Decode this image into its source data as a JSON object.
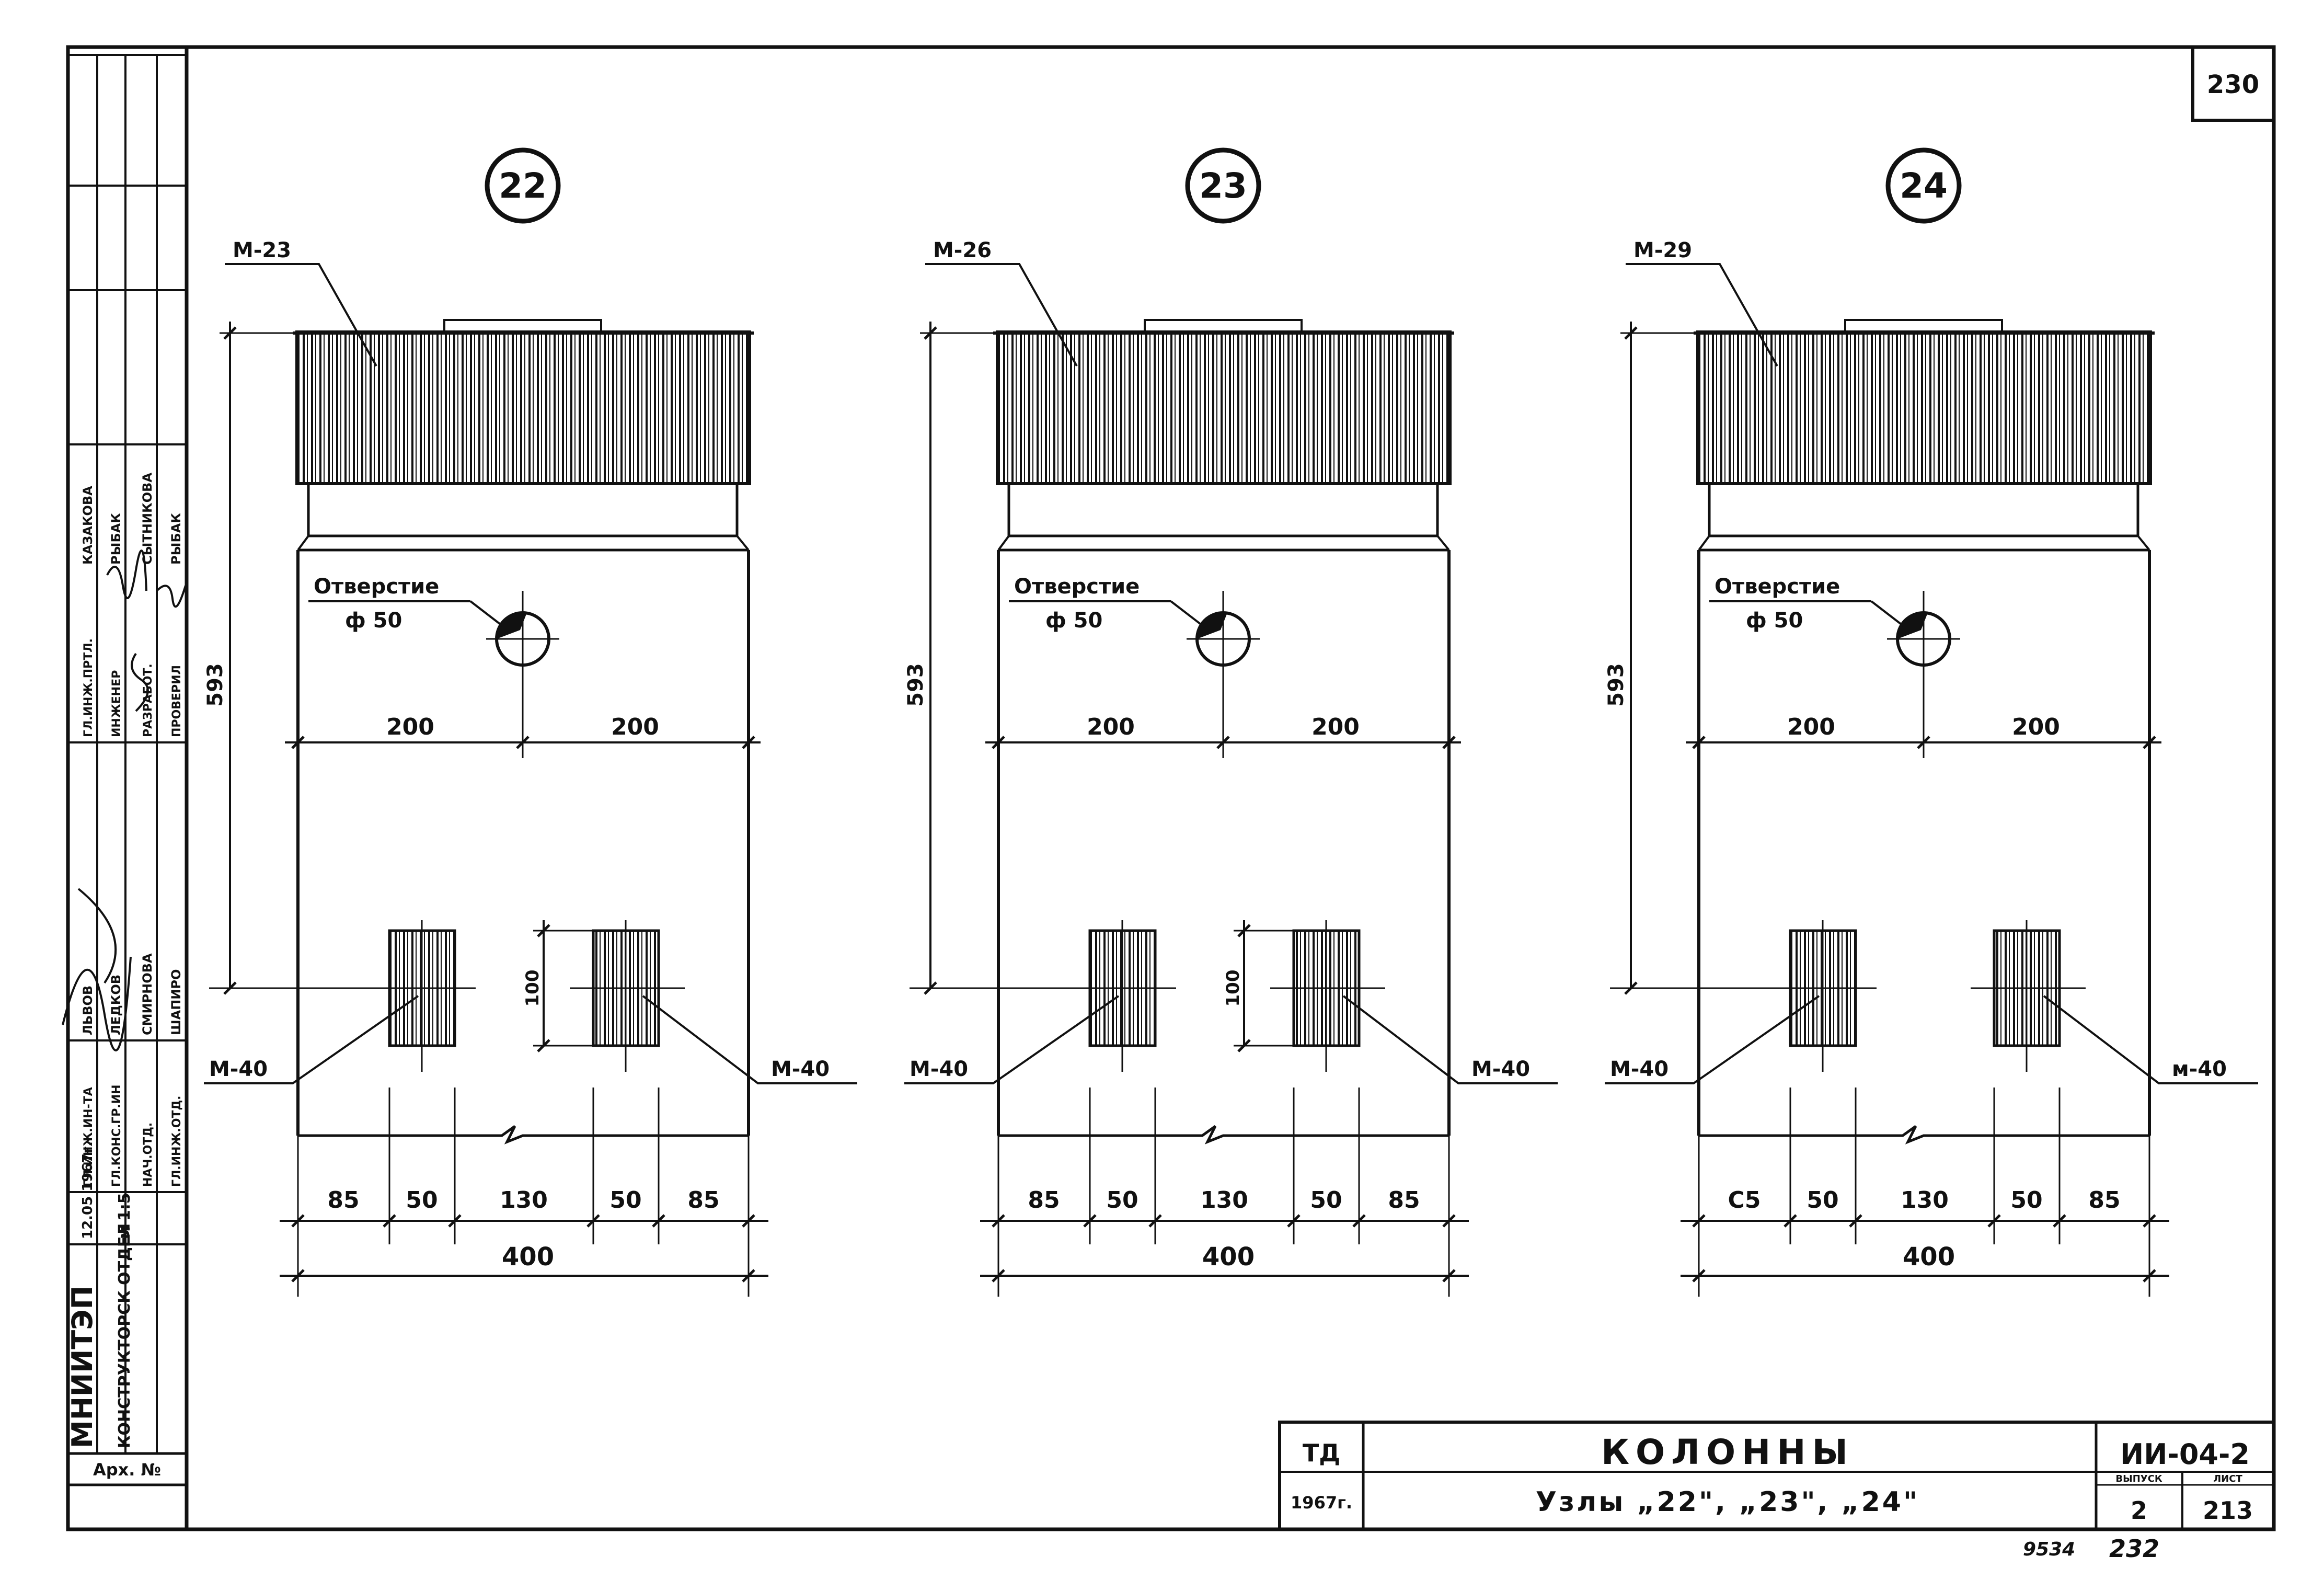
{
  "sheet": {
    "page_number": "230",
    "archive_label": "Арх. №",
    "footer_left_number": "9534",
    "footer_right_number": "232"
  },
  "side_stamp": {
    "organization": "МНИИТЭП",
    "department": "КОНСТРУКТОРСК ОТДЕЛ",
    "date": "12.05 1967г.",
    "scale": "м 1:5",
    "rows": [
      {
        "role": "ГЛ.ИНЖ.ИН-ТА",
        "name": "ЛЬВОВ"
      },
      {
        "role": "ГЛ.КОНС.ГР.ИН",
        "name": "ЛЕДКОВ"
      },
      {
        "role": "НАЧ.ОТД.",
        "name": "СМИРНОВА"
      },
      {
        "role": "ГЛ.ИНЖ.ОТД.",
        "name": "ШАПИРО"
      },
      {
        "role": "ГЛ.ИНЖ.ПРТЛ.",
        "name": "КАЗАКОВА"
      },
      {
        "role": "ИНЖЕНЕР",
        "name": "РЫБАК"
      },
      {
        "role": "РАЗРАБОТ.",
        "name": "СЫТНИКОВА"
      },
      {
        "role": "ПРОВЕРИЛ",
        "name": "РЫБАК"
      }
    ]
  },
  "title_block": {
    "code": "ТД",
    "year": "1967г.",
    "title": "КОЛОННЫ",
    "subtitle": "Узлы „22\", „23\", „24\"",
    "series": "ИИ-04-2",
    "issue_label": "ВЫПУСК",
    "issue": "2",
    "sheet_label": "ЛИСТ",
    "sheet_no": "213"
  },
  "details": [
    {
      "number": "22",
      "top_plate": "М-23",
      "hole_label": "Отверстие",
      "hole_dia": "ф 50",
      "height": "593",
      "side_dim": "100",
      "embed_left": "М-40",
      "embed_right": "М-40",
      "upper_dims": [
        "200",
        "200"
      ],
      "lower_dims": [
        "85",
        "50",
        "130",
        "50",
        "85"
      ],
      "total": "400"
    },
    {
      "number": "23",
      "top_plate": "М-26",
      "hole_label": "Отверстие",
      "hole_dia": "ф 50",
      "height": "593",
      "side_dim": "100",
      "embed_left": "М-40",
      "embed_right": "М-40",
      "upper_dims": [
        "200",
        "200"
      ],
      "lower_dims": [
        "85",
        "50",
        "130",
        "50",
        "85"
      ],
      "total": "400"
    },
    {
      "number": "24",
      "top_plate": "М-29",
      "hole_label": "Отверстие",
      "hole_dia": "ф 50",
      "height": "593",
      "side_dim": "",
      "embed_left": "М-40",
      "embed_right": "м-40",
      "upper_dims": [
        "200",
        "200"
      ],
      "lower_dims": [
        "С5",
        "50",
        "130",
        "50",
        "85"
      ],
      "total": "400"
    }
  ]
}
